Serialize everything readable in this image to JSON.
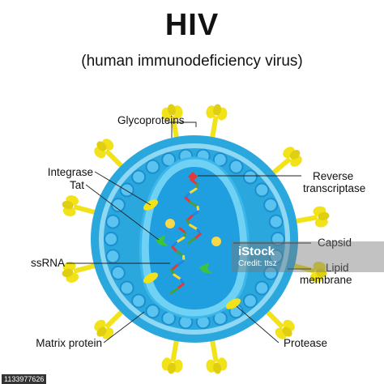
{
  "title": "HIV",
  "subtitle": "(human immunodeficiency virus)",
  "labels": {
    "glycoproteins": "Glycoproteins",
    "integrase": "Integrase",
    "tat": "Tat",
    "ssrna": "ssRNA",
    "matrix_protein": "Matrix protein",
    "reverse_transcriptase_1": "Reverse",
    "reverse_transcriptase_2": "transcriptase",
    "capsid": "Capsid",
    "lipid_membrane_1": "Lipid",
    "lipid_membrane_2": "membrane",
    "protease": "Protease"
  },
  "watermark": {
    "brand": "iStock",
    "credit": "Credit: ttsz"
  },
  "stock_id": "1133977626",
  "colors": {
    "membrane_outer": "#2aa7dc",
    "membrane_inner": "#7fd0f0",
    "matrix_bead": "#1c8fd0",
    "matrix_bead_light": "#5bc3ef",
    "capsid_fill": "#5cc6ef",
    "capsid_core": "#1fa3e0",
    "glycoprotein": "#f2e21a",
    "integrase": "#f7d84a",
    "tat": "#3cc43c",
    "rna_a": "#e53935",
    "rna_b": "#43a047",
    "rna_c": "#fdd835",
    "rna_d": "#1e88e5"
  }
}
